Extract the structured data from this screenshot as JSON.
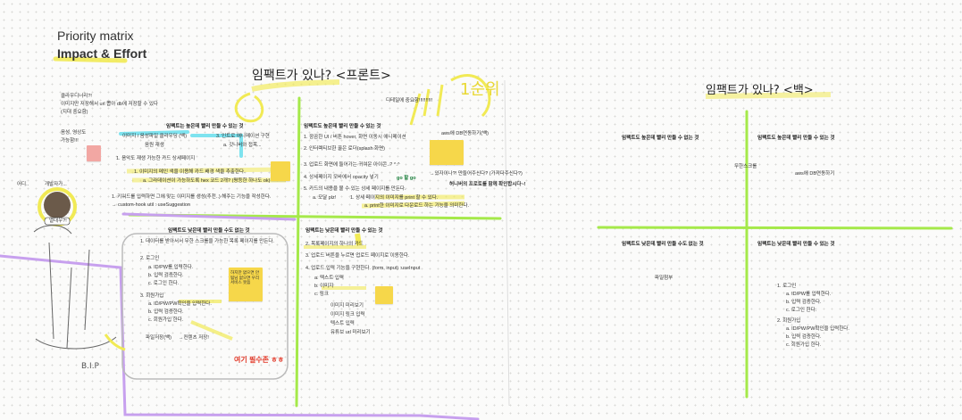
{
  "header": {
    "title": "Priority matrix",
    "subtitle": "Impact & Effort"
  },
  "front": {
    "heading": "임팩트가 있나?   <프론트>",
    "note_top": "디테일에 중요함!!!!!!!!!!",
    "tl": {
      "header": "임팩트는 높은데 빨리 만들 수 있는 것",
      "items": [
        "이미지 / 음성파일 클라우딩 (백)",
        "음원 재생",
        "1. 음악도 재생 가능한 카드 상세페이지",
        "3. 인트로 애니메이션 구현",
        "a. 갓니버와 접목...",
        "1. 이미지의 메인 색을 이용해 카드 배경 색을 추출한다.",
        "a. 그라데이션이 가능하도록 hex 코드 2개? (평등한 하나도 ok)",
        "1. 키워드를 입력하면 그에 맞는 이미지를 생성(추천..) 해주는 기능을 작성한다.",
        "→ custom-hook util : useSuggestion"
      ],
      "side_notes": [
        "클라우디너리?!",
        "이미지만 저장해서 url 뽑아 db에 저장할 수 있다",
        "(지대 중요함)",
        "음성, 영상도",
        "가능함!!!"
      ]
    },
    "tr": {
      "header": "임팩트도 높은데 빨리 만들 수 있는 것",
      "items": [
        "1. 깜끔한 UI / 버튼 hover, 화면 이동시 애니메이션",
        "2. 인터렉티브한 꿀은 로더(splash 화면)",
        "3. 업로드 화면에 들어가는 귀여운 아이콘..? ^.^",
        "4. 상세페이지 모바에서 opacity 넣기",
        "5. 카드의 내용을 볼 수 있는 상세 페이지를 만든다.",
        "a. 모달 plz!",
        "1. 상세 페이지의 이미지를 print 할 수 있다.",
        "a. print한 이미지로 다운로드 하는 기능을 의미한다."
      ],
      "aws": "aws에 DB연동하기(백)",
      "go": "go 할 go",
      "other": "→있자이나?! 만들어주신다? (가져다주신다?)",
      "honey": "허니버의 프로토를 함께 확인합시다~!",
      "rank": "1순위"
    },
    "bl": {
      "header": "임팩트도 낮은데 빨리 만들 수도 없는 것",
      "items": [
        "1. 데이터를 받아서서 무한 스크롤을 가능한 목록 페이지를 만든다.",
        "2. 로그인",
        "a. ID/PW를 입력한다.",
        "b. 입력 검증한다.",
        "c. 로그인 한다.",
        "3. 회원가입",
        "a. ID/PW/PW확인을 입력한다.",
        "b. 입력 검증한다.",
        "c. 회원가입 한다.",
        "파일저장(백)",
        "→컨텐츠 저장!"
      ],
      "sticky": "하지만 없으면 안됨님 없으면 우리 서비스 못씀",
      "must": "여기 필수존 ㅎㅎ"
    },
    "br": {
      "header": "임팩트는 낮은데 빨리 만들 수 있는 것",
      "items": [
        "2. 목록페이지의 하나의 카드",
        "3. 업로드 버튼을 누르면 업로드 페이지로 이동한다.",
        "4. 업로드 입력 기능을 구현한다. (form, input) :useInput",
        "a. 텍스트 입력",
        "b. 이미지",
        "c. 링크",
        "이미지 미리보기",
        "이미지 링크 입력",
        "텍스트 입력",
        "유튜브 url 미리보기"
      ]
    }
  },
  "back": {
    "heading": "임팩트가 있나?  <백>",
    "tl": {
      "header": "임팩트도 높은데 빨리 만들 수 없는 것"
    },
    "tr": {
      "header": "임팩트도 높은데 빨리 만들 수 있는 것",
      "infinite": "무한스크롤",
      "aws": "aws에 DB연동하기"
    },
    "bl": {
      "header": "임팩트도 낮은데 빨리 만들 수도 없는 것",
      "file": "파일첨부"
    },
    "br": {
      "header": "임팩트는 낮은데 빨리 만들 수 있는 것",
      "items": [
        "1. 로그인",
        "a. ID/PW를 입력한다.",
        "b. 입력 검증한다.",
        "c. 로그인 한다.",
        "2. 회원가입",
        "a. ID/PW/PW확인을 입력한다.",
        "b. 입력 검증한다.",
        "c. 회원가입 한다."
      ]
    }
  },
  "doodles": {
    "where": "어디..",
    "dev": "개발자가...",
    "hot": "열대우?!",
    "bip": "B.I.P"
  },
  "colors": {
    "yellow": "#f1ea55",
    "green": "#a5e94a",
    "purple": "#c7a0ee",
    "cyan": "#7ee3ef",
    "red": "#e23a2a",
    "sticky_yellow": "#f6d74a",
    "sticky_pink": "#f2a7a3"
  }
}
